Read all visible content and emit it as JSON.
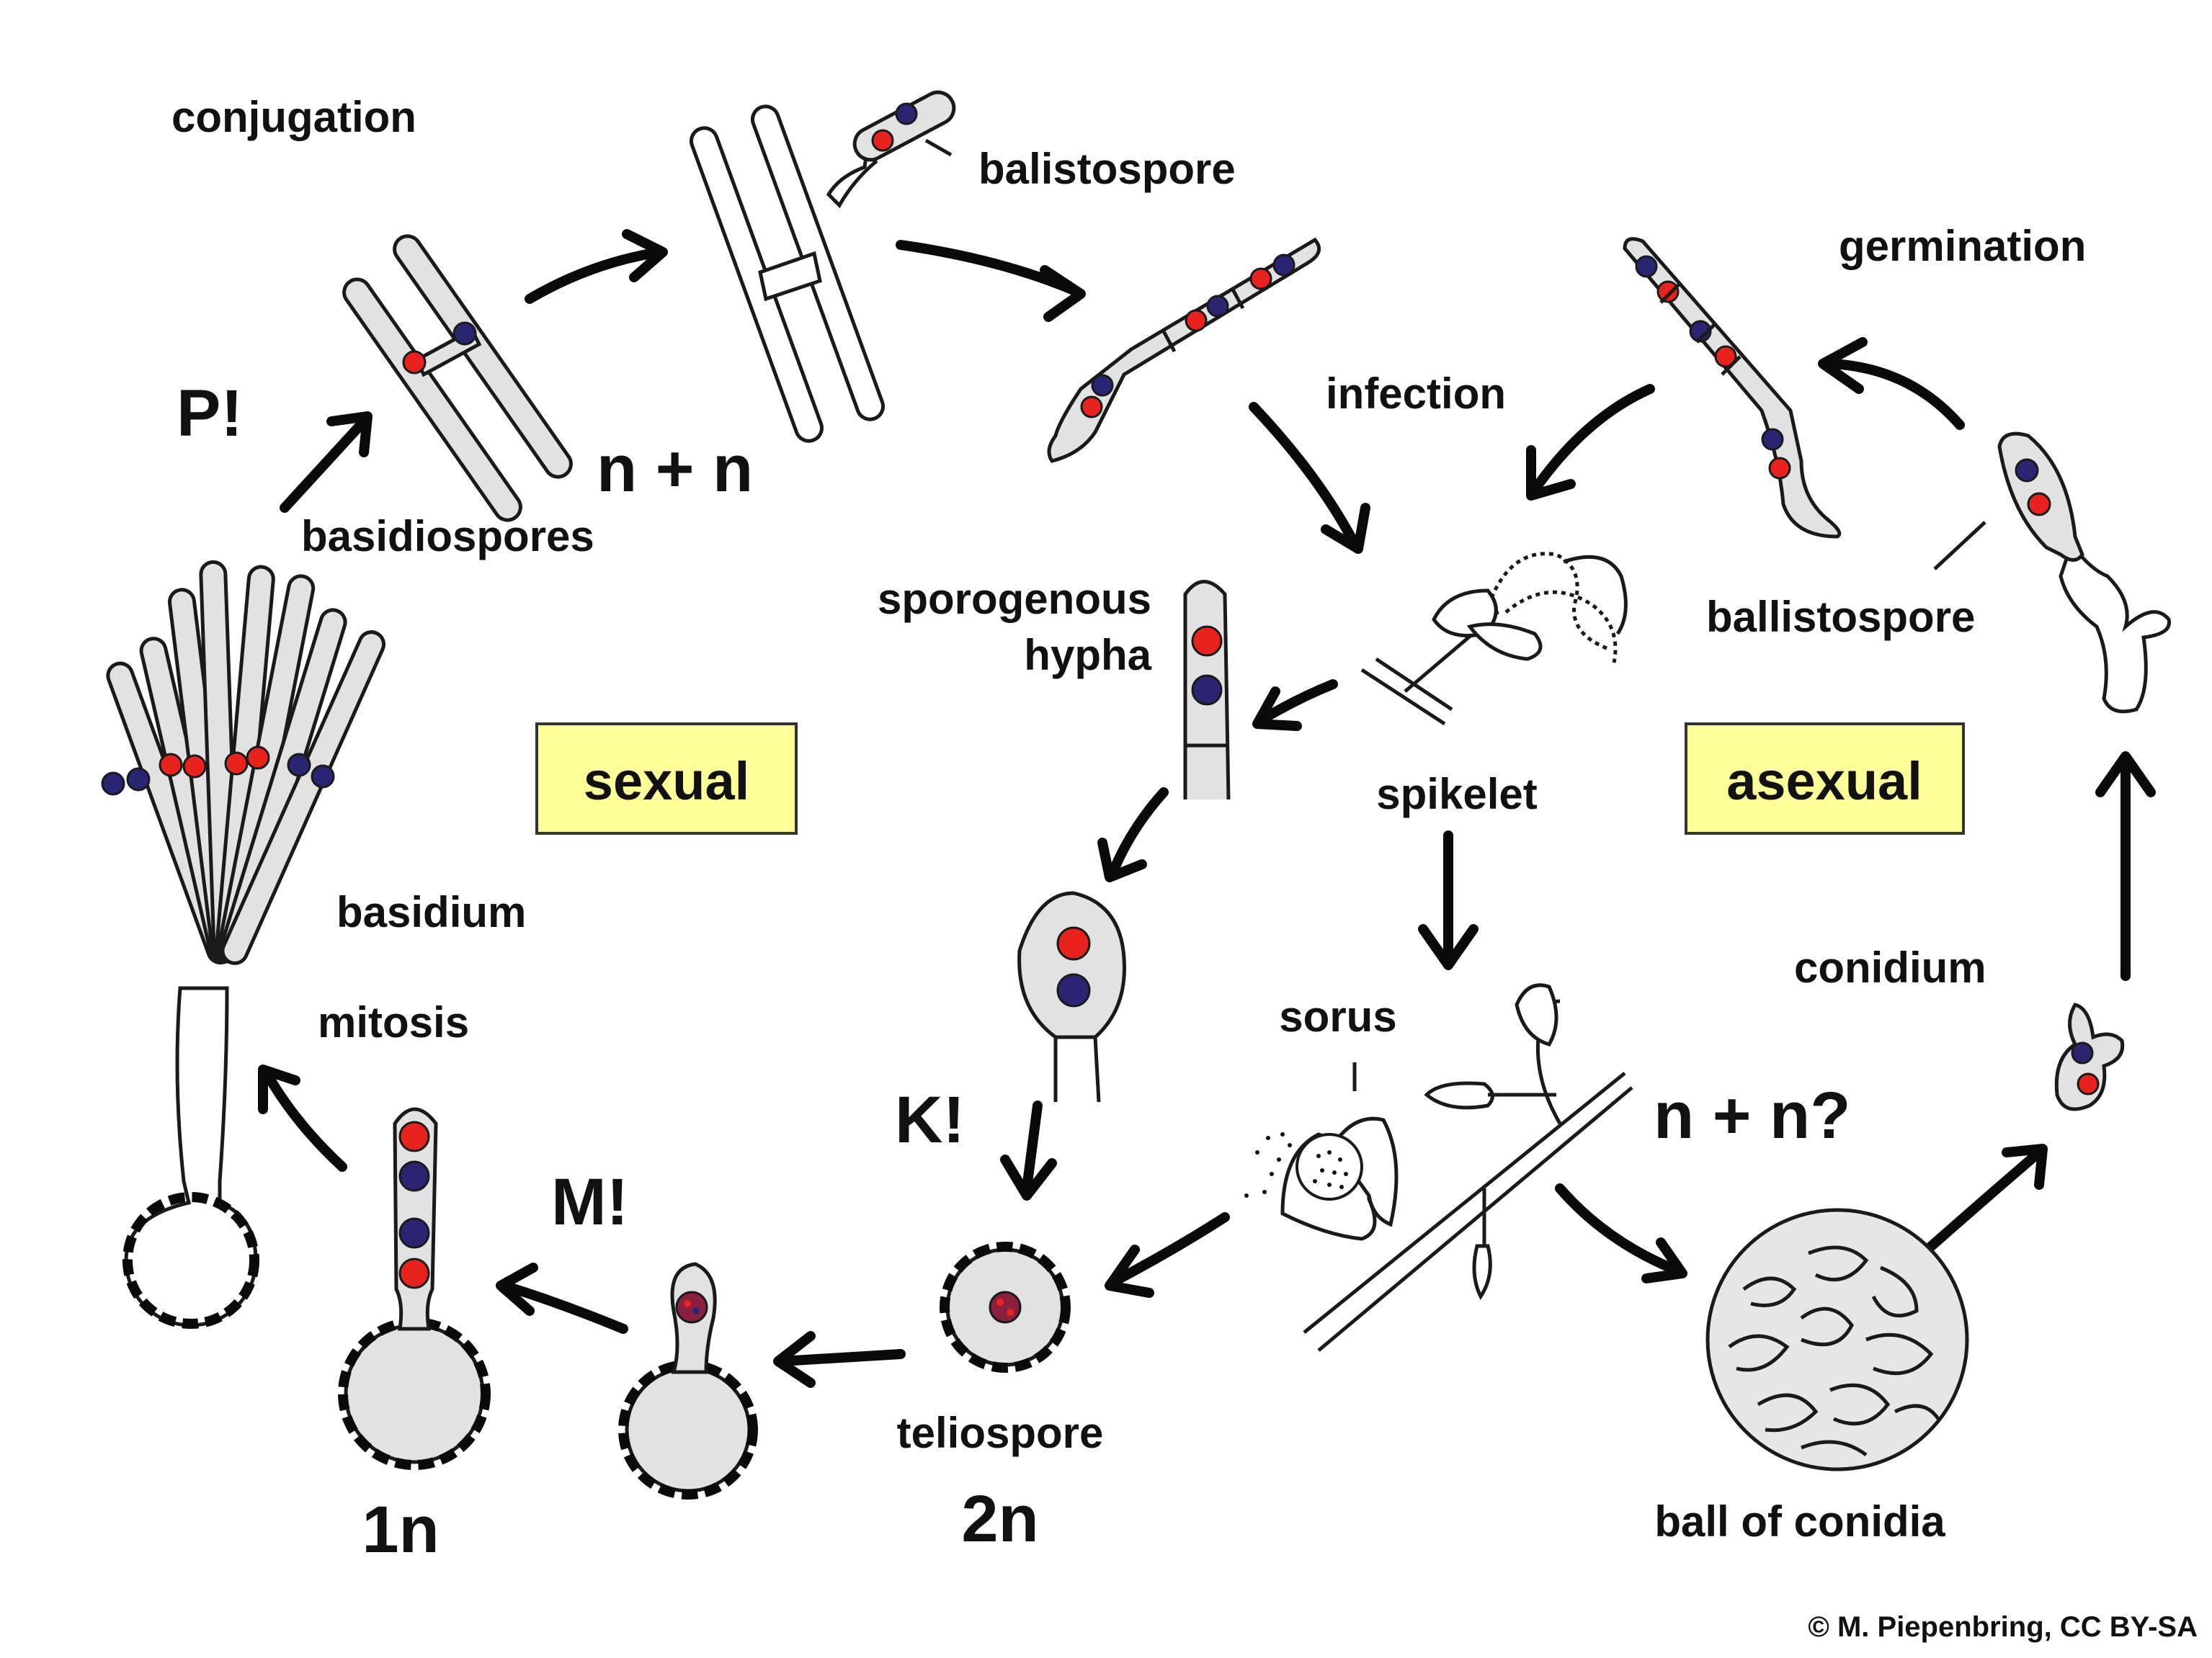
{
  "labels": {
    "conjugation": "conjugation",
    "balistospore": "balistospore",
    "germination": "germination",
    "infection": "infection",
    "p_mark": "P!",
    "n_plus_n": "n + n",
    "basidiospores": "basidiospores",
    "sporogenous_line1": "sporogenous",
    "sporogenous_line2": "hypha",
    "ballistospore": "ballistospore",
    "sexual": "sexual",
    "asexual": "asexual",
    "spikelet": "spikelet",
    "basidium": "basidium",
    "mitosis": "mitosis",
    "conidium": "conidium",
    "sorus": "sorus",
    "k_mark": "K!",
    "m_mark": "M!",
    "n_plus_n_q": "n + n?",
    "teliospore": "teliospore",
    "one_n": "1n",
    "two_n": "2n",
    "ball_of_conidia": "ball of conidia",
    "credit": "© M. Piepenbring, CC BY-SA"
  },
  "colors": {
    "nucleus_red": "#e8231d",
    "nucleus_blue": "#2a2572",
    "cell_fill": "#e2e2e2",
    "label_box": "#ffff99"
  }
}
